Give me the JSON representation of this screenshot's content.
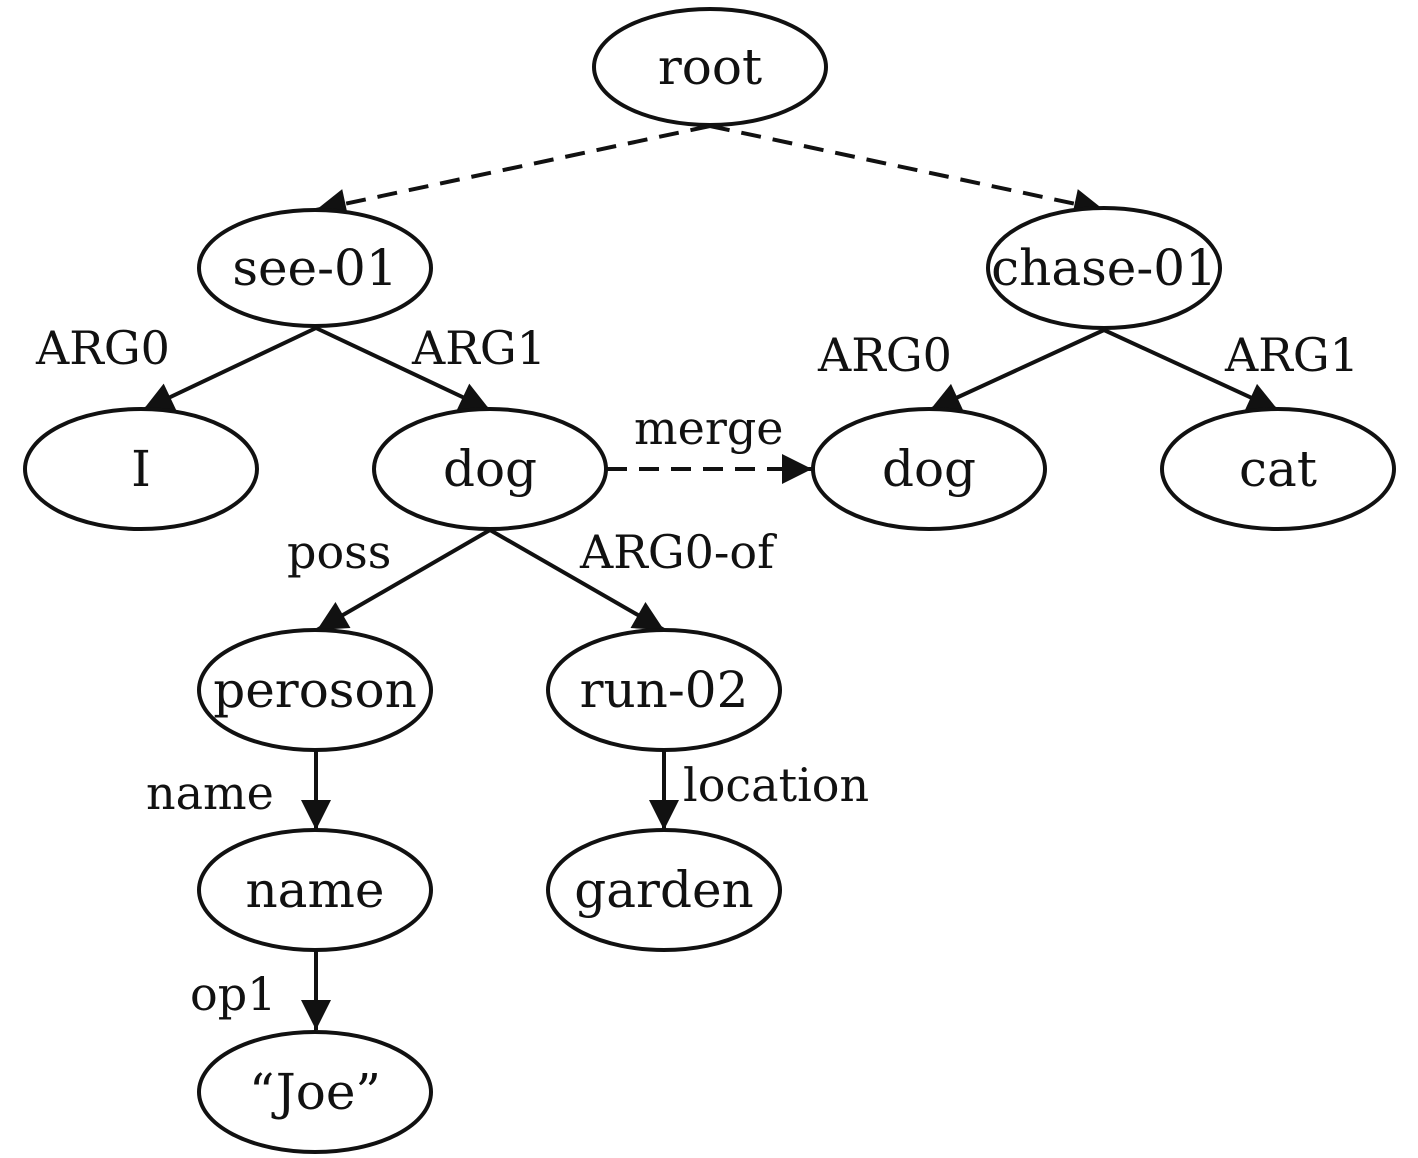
{
  "nodes": {
    "root": "root",
    "see01": "see-01",
    "chase01": "chase-01",
    "i": "I",
    "dog_left": "dog",
    "dog_right": "dog",
    "cat": "cat",
    "peroson": "peroson",
    "run02": "run-02",
    "name": "name",
    "garden": "garden",
    "joe": "“Joe”"
  },
  "edges": {
    "see01_i": "ARG0",
    "see01_dog": "ARG1",
    "chase01_dog": "ARG0",
    "chase01_cat": "ARG1",
    "merge": "merge",
    "dog_peroson": "poss",
    "dog_run02": "ARG0-of",
    "peroson_name": "name",
    "run02_garden": "location",
    "name_joe": "op1"
  }
}
